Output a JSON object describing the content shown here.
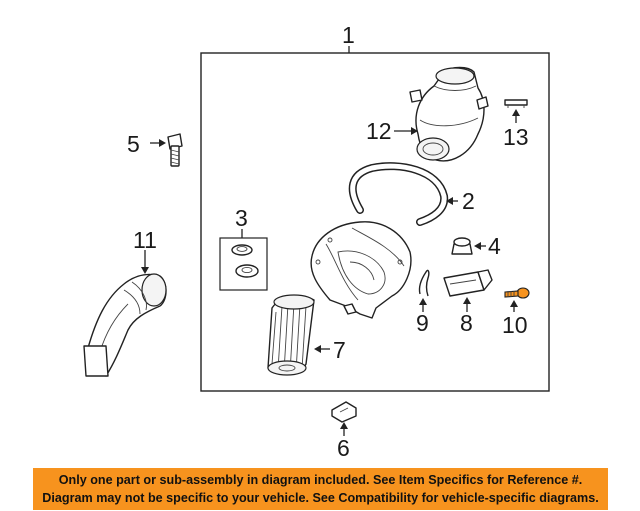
{
  "callouts": {
    "c1": "1",
    "c2": "2",
    "c3": "3",
    "c4": "4",
    "c5": "5",
    "c6": "6",
    "c7": "7",
    "c8": "8",
    "c9": "9",
    "c10": "10",
    "c11": "11",
    "c12": "12",
    "c13": "13"
  },
  "notice": {
    "line1": "Only one part or sub-assembly in diagram included. See Item Specifics for Reference #.",
    "line2": "Diagram may not be specific to your vehicle. See Compatibility for vehicle-specific diagrams."
  },
  "colors": {
    "notice_background": "#f7931e",
    "highlighted_part": "#f7931e"
  }
}
